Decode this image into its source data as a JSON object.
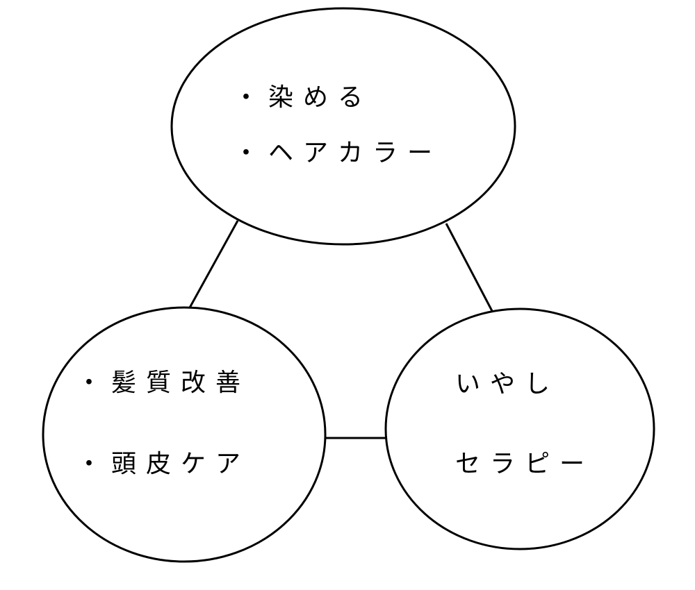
{
  "nodes": {
    "top": {
      "lines": [
        "・染める",
        "・ヘアカラー"
      ]
    },
    "left": {
      "lines": [
        "・髪質改善",
        "・頭皮ケア"
      ]
    },
    "right": {
      "lines": [
        "いやし",
        "セラピー"
      ]
    }
  },
  "colors": {
    "stroke": "#000000",
    "fill": "#ffffff",
    "text": "#000000"
  }
}
